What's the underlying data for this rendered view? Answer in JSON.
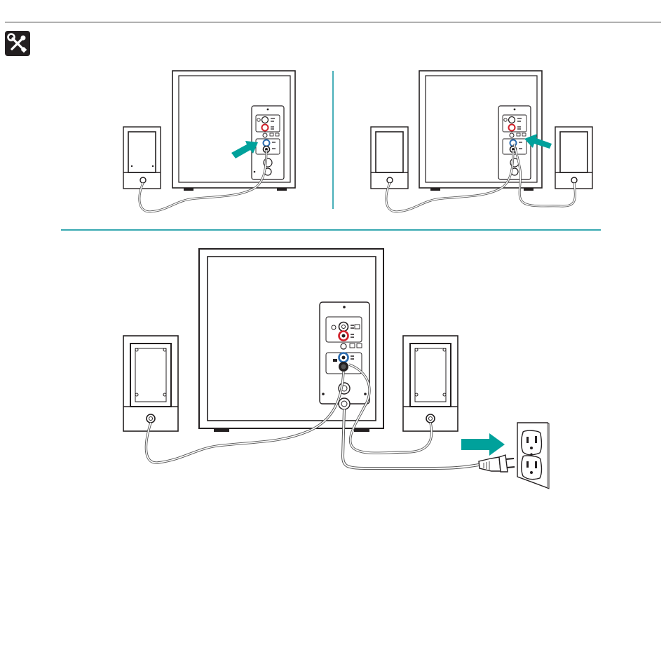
{
  "header": {
    "icon": "tools-icon"
  },
  "panels": [
    {
      "id": "left-speaker",
      "icon": "arrow-right-icon"
    },
    {
      "id": "right-speaker",
      "icon": "arrow-left-icon"
    },
    {
      "id": "power",
      "icon": "arrow-right-icon"
    }
  ],
  "colors": {
    "accent": "#00a19b",
    "divider": "#1a9ba6",
    "jack_red": "#d0202a",
    "jack_blue": "#2b6cb0",
    "ink": "#231f20"
  }
}
